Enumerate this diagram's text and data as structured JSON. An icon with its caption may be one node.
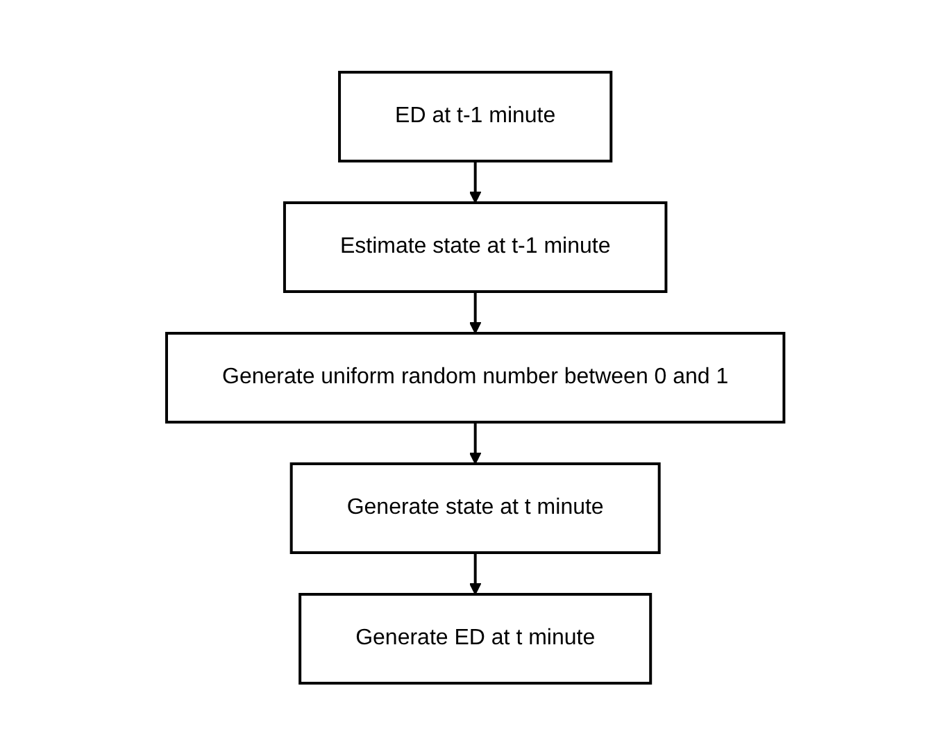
{
  "diagram": {
    "nodes": [
      {
        "text": [
          "ED at t-1 minute"
        ]
      },
      {
        "text": [
          "Estimate state at t-1 minute"
        ]
      },
      {
        "text": [
          "Generate uniform random number between 0 and 1"
        ]
      },
      {
        "text": [
          "Generate state at t minute"
        ]
      },
      {
        "text": [
          "Generate ED at t minute"
        ]
      }
    ],
    "edges": [
      {
        "from": 0,
        "to": 1,
        "arrow": "to"
      },
      {
        "from": 1,
        "to": 2,
        "arrow": "to"
      },
      {
        "from": 2,
        "to": 3,
        "arrow": "to"
      },
      {
        "from": 3,
        "to": 4,
        "arrow": "to"
      }
    ]
  }
}
